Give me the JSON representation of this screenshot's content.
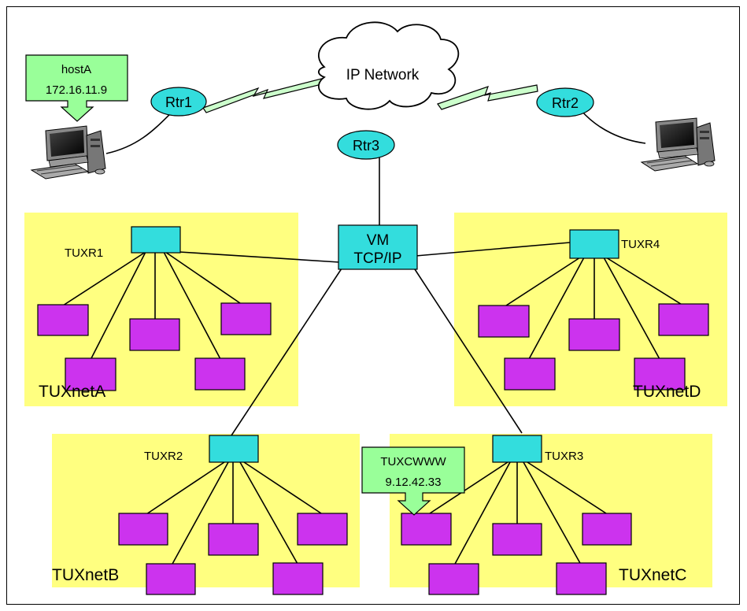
{
  "callouts": {
    "hostA": {
      "name": "hostA",
      "ip": "172.16.11.9"
    },
    "tuxcwww": {
      "name": "TUXCWWW",
      "ip": "9.12.42.33"
    }
  },
  "routers": {
    "rtr1": "Rtr1",
    "rtr2": "Rtr2",
    "rtr3": "Rtr3"
  },
  "cloud": "IP Network",
  "vm": {
    "line1": "VM",
    "line2": "TCP/IP"
  },
  "switches": {
    "tuxr1": "TUXR1",
    "tuxr2": "TUXR2",
    "tuxr3": "TUXR3",
    "tuxr4": "TUXR4"
  },
  "networks": {
    "a": "TUXnetA",
    "b": "TUXnetB",
    "c": "TUXnetC",
    "d": "TUXnetD"
  },
  "colors": {
    "subnet": "#ffff80",
    "switch": "#33dddd",
    "node": "#cc33ee",
    "router": "#33dddd",
    "callout": "#99ff99"
  }
}
